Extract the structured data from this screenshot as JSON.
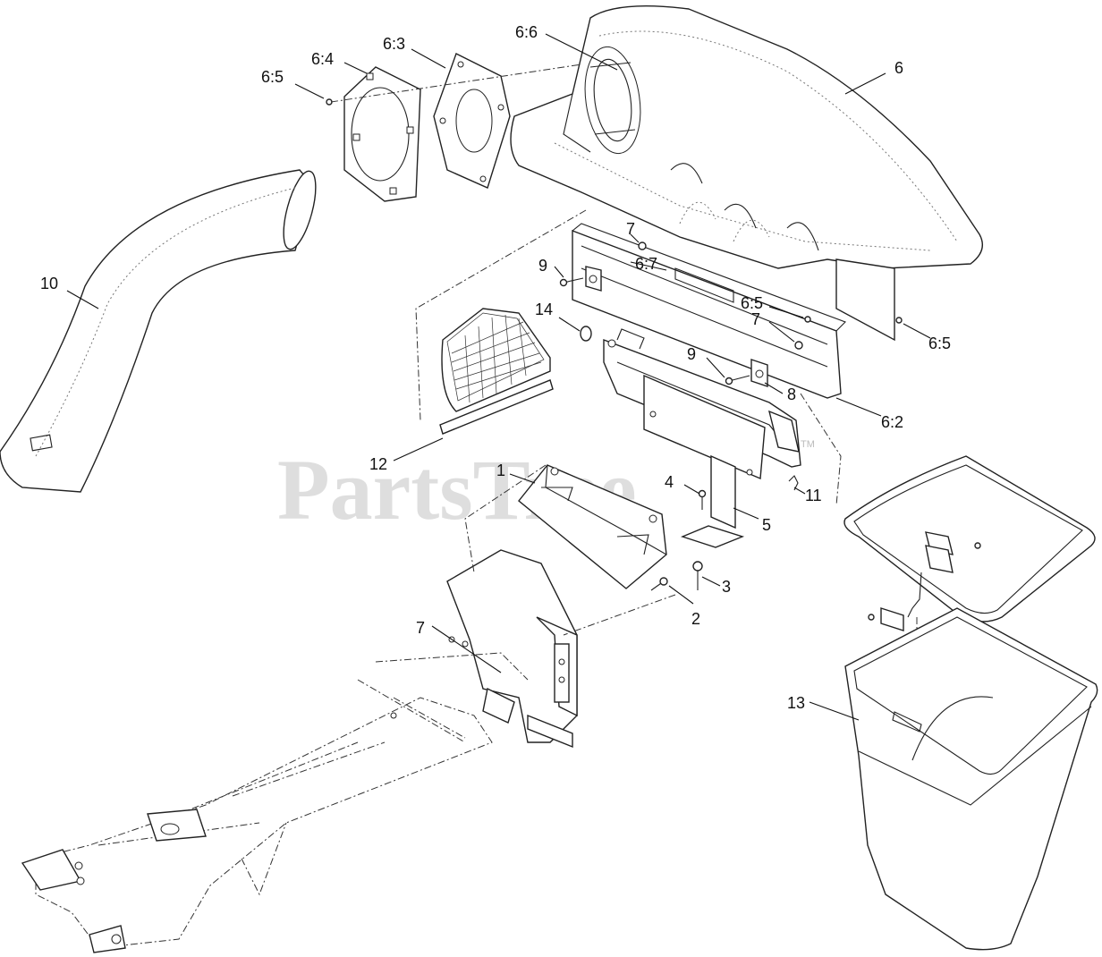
{
  "watermark": {
    "text": "PartsTree",
    "tm": "TM"
  },
  "callouts": [
    {
      "id": "c-6-5-top",
      "text": "6:5"
    },
    {
      "id": "c-6-4",
      "text": "6:4"
    },
    {
      "id": "c-6-3",
      "text": "6:3"
    },
    {
      "id": "c-6-6",
      "text": "6:6"
    },
    {
      "id": "c-6",
      "text": "6"
    },
    {
      "id": "c-10",
      "text": "10"
    },
    {
      "id": "c-7-a",
      "text": "7"
    },
    {
      "id": "c-9-a",
      "text": "9"
    },
    {
      "id": "c-6-7",
      "text": "6:7"
    },
    {
      "id": "c-6-5-mid",
      "text": "6:5"
    },
    {
      "id": "c-7-b",
      "text": "7"
    },
    {
      "id": "c-14",
      "text": "14"
    },
    {
      "id": "c-6-5-right",
      "text": "6:5"
    },
    {
      "id": "c-9-b",
      "text": "9"
    },
    {
      "id": "c-8",
      "text": "8"
    },
    {
      "id": "c-6-2",
      "text": "6:2"
    },
    {
      "id": "c-12",
      "text": "12"
    },
    {
      "id": "c-1",
      "text": "1"
    },
    {
      "id": "c-4",
      "text": "4"
    },
    {
      "id": "c-11",
      "text": "11"
    },
    {
      "id": "c-5",
      "text": "5"
    },
    {
      "id": "c-3",
      "text": "3"
    },
    {
      "id": "c-2",
      "text": "2"
    },
    {
      "id": "c-7-c",
      "text": "7"
    },
    {
      "id": "c-13",
      "text": "13"
    }
  ]
}
